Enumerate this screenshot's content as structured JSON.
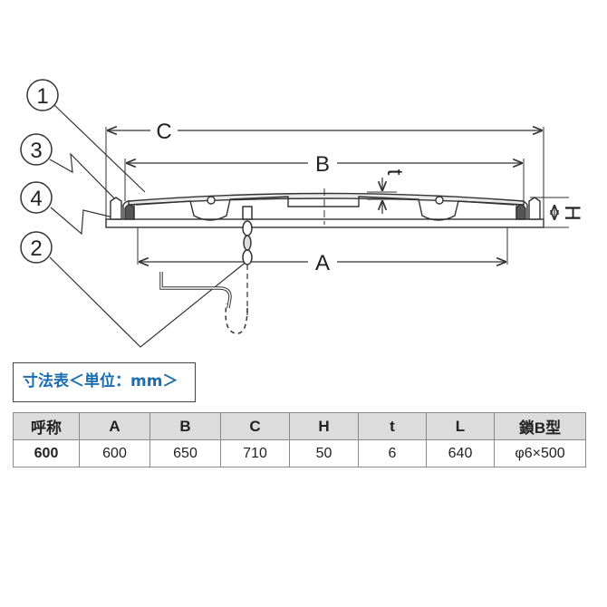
{
  "callouts": [
    "1",
    "3",
    "4",
    "2"
  ],
  "dimensions": {
    "C": "C",
    "B": "B",
    "A": "A",
    "t": "t",
    "H": "H"
  },
  "table": {
    "title": "寸法表＜単位：mm＞",
    "headers": [
      "呼称",
      "A",
      "B",
      "C",
      "H",
      "t",
      "L",
      "鎖B型"
    ],
    "rows": [
      [
        "600",
        "600",
        "650",
        "710",
        "50",
        "6",
        "640",
        "φ6×500"
      ]
    ]
  }
}
